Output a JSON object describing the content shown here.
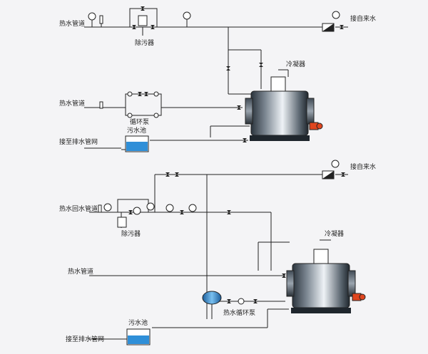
{
  "top": {
    "hot_water_pipe": "热水管道",
    "desilter": "除污器",
    "tap_water": "接自来水",
    "condenser": "冷凝器",
    "circ_pump": "循环泵",
    "sewage_pool": "污水池",
    "drain_network": "接至排水管网"
  },
  "bottom": {
    "tap_water": "接自来水",
    "return_pipe": "热水回水管道",
    "desilter": "除污器",
    "condenser": "冷凝器",
    "hot_water_pipe": "热水管道",
    "circ_pump": "热水循环泵",
    "sewage_pool": "污水池",
    "drain_network": "接至排水管网"
  },
  "colors": {
    "pipe": "#222222",
    "tank_water": "#2f8fd8",
    "burner": "#e0451e",
    "boiler_light": "#eef2f6",
    "boiler_dark": "#38444f"
  }
}
